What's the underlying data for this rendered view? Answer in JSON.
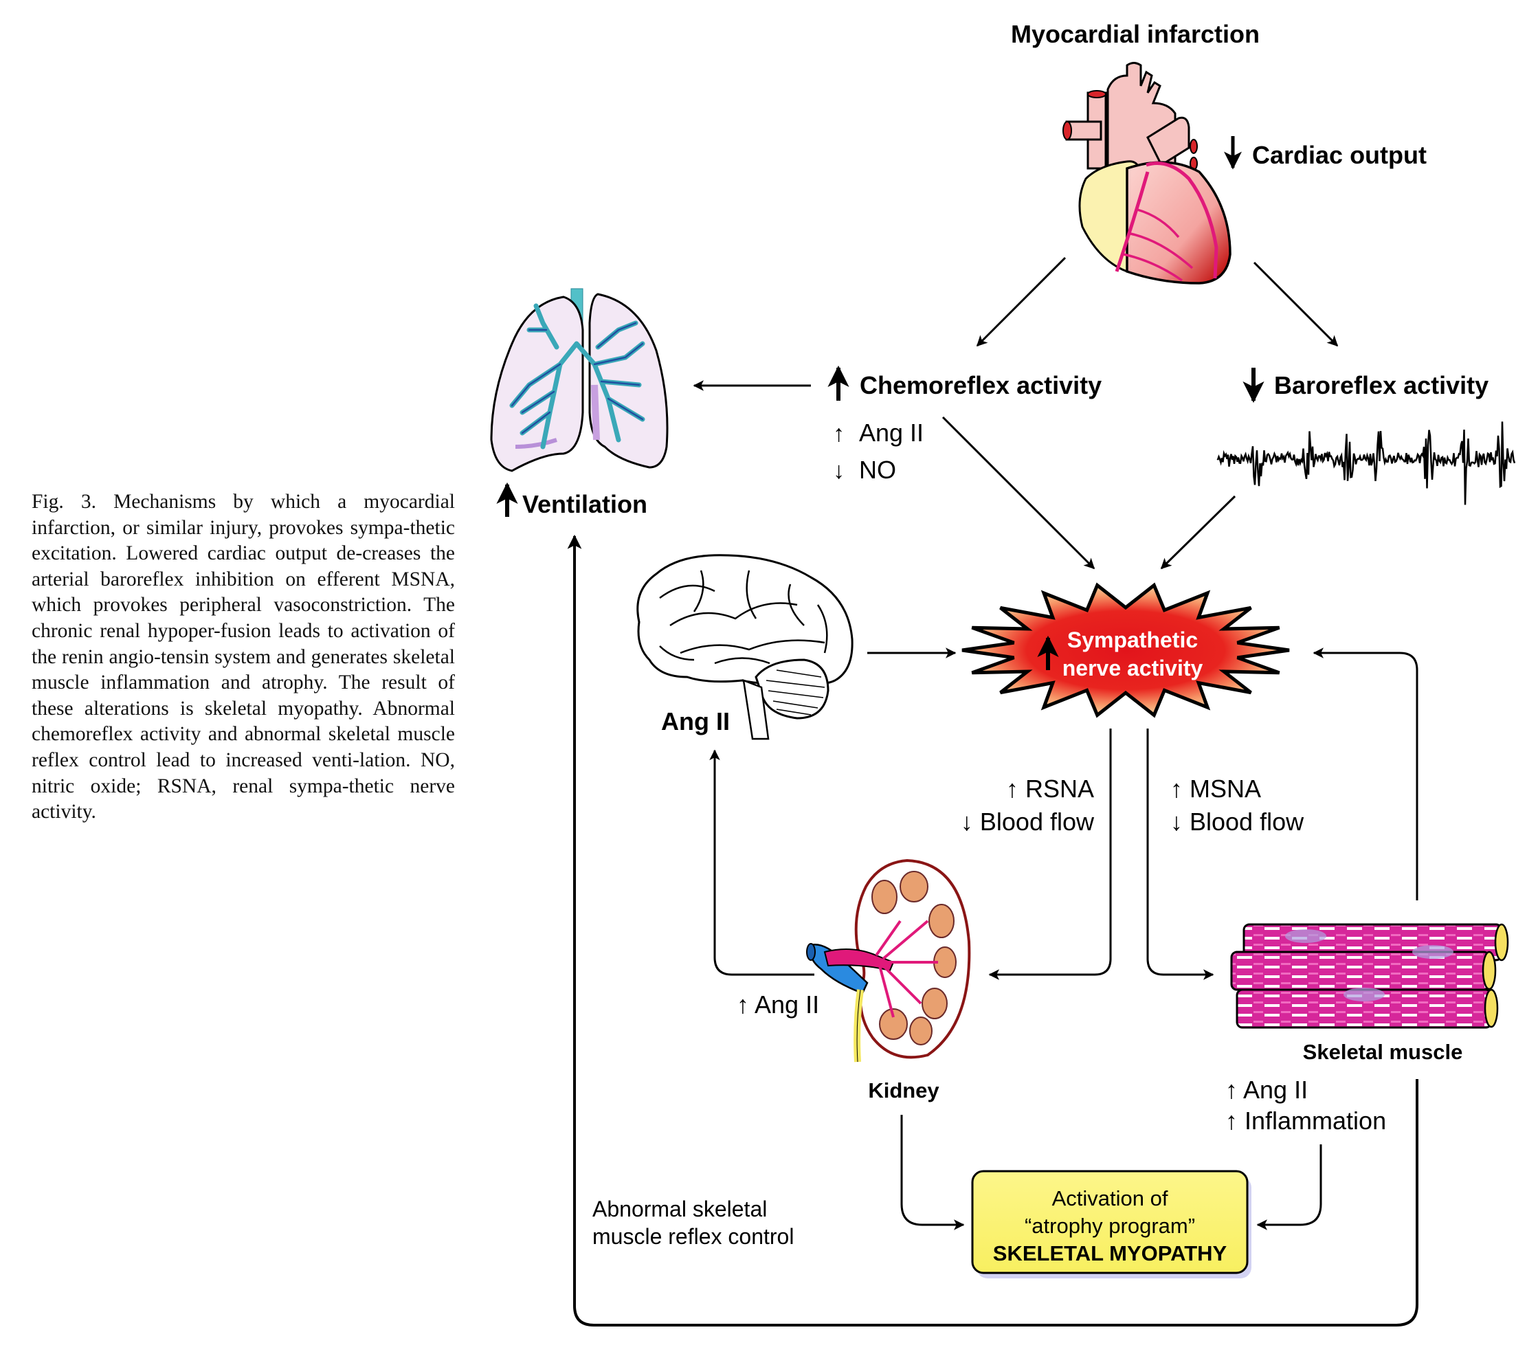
{
  "caption": {
    "text": "Fig. 3. Mechanisms by which a myocardial infarction, or similar injury, provokes sympa-thetic excitation. Lowered cardiac output de-creases the arterial baroreflex inhibition on efferent MSNA, which provokes peripheral vasoconstriction. The chronic renal hypoper-fusion leads to activation of the renin angio-tensin system and generates skeletal muscle inflammation and atrophy. The result of these alterations is skeletal myopathy. Abnormal chemoreflex activity and abnormal skeletal muscle reflex control lead to increased venti-lation. NO, nitric oxide; RSNA, renal sympa-thetic nerve activity."
  },
  "diagram": {
    "title": "Myocardial infarction",
    "cardiac_output": {
      "arrow": "↓",
      "label": "Cardiac output"
    },
    "chemoreflex": {
      "arrow": "↑",
      "label": "Chemoreflex activity",
      "sub": [
        {
          "arrow": "↑",
          "label": "Ang II"
        },
        {
          "arrow": "↓",
          "label": "NO"
        }
      ]
    },
    "baroreflex": {
      "arrow": "↓",
      "label": "Baroreflex activity"
    },
    "ventilation": {
      "arrow": "↑",
      "label": "Ventilation"
    },
    "brain": {
      "label": "Ang II"
    },
    "sympathetic": {
      "arrow": "↑",
      "line1": "Sympathetic",
      "line2": "nerve activity"
    },
    "renal_branch": {
      "line1": "↑ RSNA",
      "line2": "↓ Blood flow"
    },
    "muscle_branch": {
      "line1": "↑ MSNA",
      "line2": "↓ Blood flow"
    },
    "kidney": {
      "label": "Kidney",
      "output": "↑ Ang II"
    },
    "skeletal_muscle": {
      "label": "Skeletal muscle",
      "outputs": [
        "↑ Ang II",
        "↑ Inflammation"
      ]
    },
    "myopathy_box": {
      "line1": "Activation of",
      "line2": "“atrophy program”",
      "line3": "SKELETAL MYOPATHY"
    },
    "reflex_note": {
      "line1": "Abnormal skeletal",
      "line2": "muscle reflex control"
    }
  },
  "colors": {
    "heart_pink": "#f4b8b4",
    "heart_red": "#d8252a",
    "heart_yellow": "#fbf2b0",
    "vessel_magenta": "#e0197a",
    "lung_fill": "#f3e8f5",
    "bronchi": "#3aa8b8",
    "starburst_red": "#e2141b",
    "starburst_yellow": "#fff6c0",
    "kidney_orange": "#e8a070",
    "muscle_magenta": "#d6279a",
    "box_yellow": "#fbf47a"
  }
}
